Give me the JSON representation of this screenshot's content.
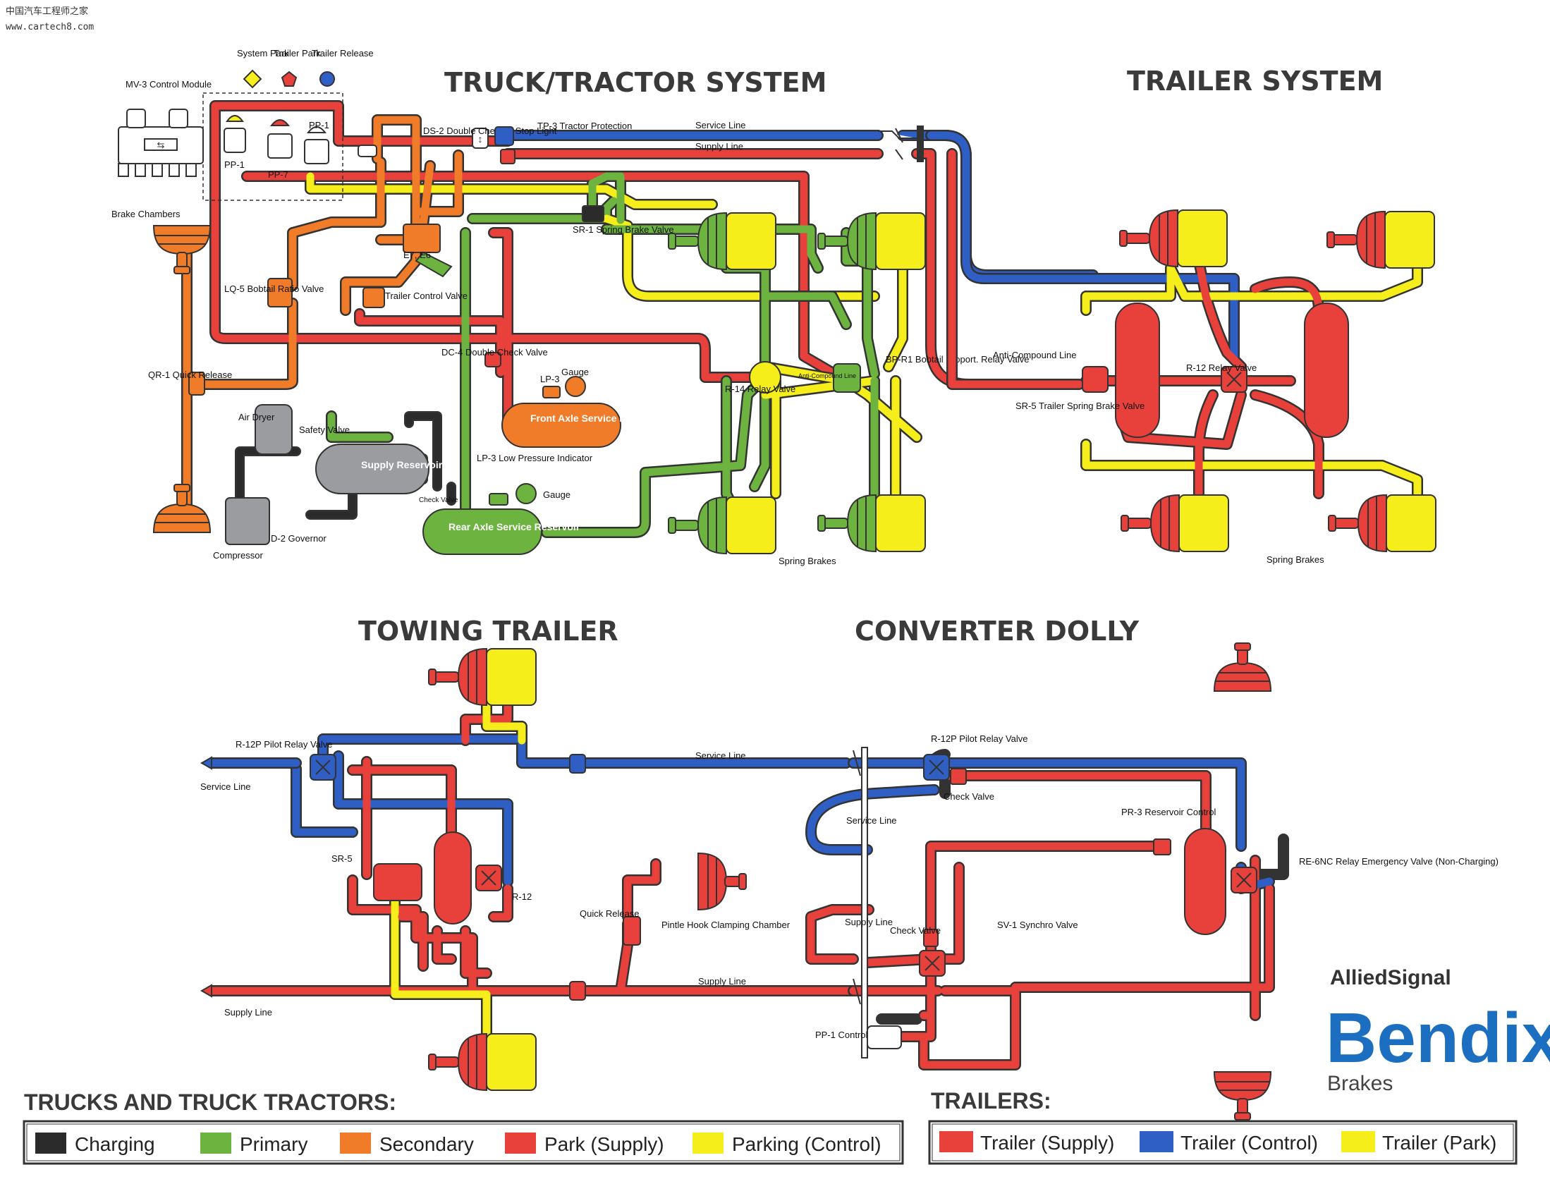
{
  "watermark": {
    "line1": "中国汽车工程师之家",
    "line2": "www.cartech8.com"
  },
  "titles": {
    "truck": "TRUCK/TRACTOR SYSTEM",
    "trailer": "TRAILER SYSTEM",
    "towing": "TOWING TRAILER",
    "dolly": "CONVERTER DOLLY"
  },
  "colors": {
    "charging": "#2b2b2b",
    "primary": "#6db33f",
    "secondary": "#f07c2a",
    "park_supply": "#e8403a",
    "parking_control": "#f5ee1a",
    "trailer_control": "#2f5fc4",
    "gray": "#9a9ca0"
  },
  "truck": {
    "control_heads": {
      "system_park": "System Park",
      "trailer_park": "Trailer Park",
      "trailer_release": "Trailer Release"
    },
    "mv3": "MV-3 Control Module",
    "pp1_a": "PP-1",
    "pp7": "PP-7",
    "pp1_b": "PP-1",
    "ds2": "DS-2 Double Check & Stop Light",
    "tp3": "TP-3 Tractor Protection",
    "service_line": "Service Line",
    "supply_line": "Supply Line",
    "brake_chambers": "Brake Chambers",
    "lq5": "LQ-5 Bobtail Ratio Valve",
    "e7": "E7, E6",
    "trailer_control_valve": "Trailer Control Valve",
    "sr1": "SR-1 Spring Brake Valve",
    "qr1": "QR-1 Quick Release",
    "dc4": "DC-4 Double Check Valve",
    "lp3": "LP-3",
    "gauge1": "Gauge",
    "front_res": "Front Axle Service Reservoir",
    "air_dryer": "Air Dryer",
    "safety_valve": "Safety Valve",
    "supply_res": "Supply Reservoir",
    "lp3_ind": "LP-3 Low Pressure Indicator",
    "gauge2": "Gauge",
    "check_valve": "Check Valve",
    "rear_res": "Rear Axle Service Reservoir",
    "d2": "D-2 Governor",
    "compressor": "Compressor",
    "r14": "R-14 Relay Valve",
    "anti_comp": "Anti-Compound Line",
    "bpr1": "BP-R1 Bobtail Proport. Relay Valve",
    "spring_brakes": "Spring Brakes"
  },
  "trailer": {
    "anti_comp": "Anti-Compound Line",
    "sr5": "SR-5 Trailer Spring Brake Valve",
    "r12": "R-12 Relay Valve",
    "spring_brakes": "Spring Brakes"
  },
  "towing": {
    "r12p": "R-12P Pilot Relay Valve",
    "service_line": "Service Line",
    "sr5": "SR-5",
    "r12": "R-12",
    "supply_line": "Supply Line",
    "quick_release": "Quick Release",
    "pintle": "Pintle Hook Clamping Chamber",
    "service_line2": "Service Line",
    "supply_line2": "Supply Line"
  },
  "dolly": {
    "r12p": "R-12P Pilot Relay Valve",
    "check_valve": "Check Valve",
    "service_line": "Service Line",
    "pr3": "PR-3 Reservoir Control",
    "re6nc": "RE-6NC Relay Emergency Valve (Non-Charging)",
    "supply_line": "Supply Line",
    "check_valve2": "Check Valve",
    "sv1": "SV-1 Synchro Valve",
    "pp1": "PP-1 Control"
  },
  "brand": {
    "allied": "AlliedSignal",
    "bendix": "Bendix",
    "brakes": "Brakes"
  },
  "legend": {
    "trucks_title": "TRUCKS AND TRUCK TRACTORS:",
    "trailers_title": "TRAILERS:",
    "truck_items": [
      "Charging",
      "Primary",
      "Secondary",
      "Park (Supply)",
      "Parking (Control)"
    ],
    "trailer_items": [
      "Trailer (Supply)",
      "Trailer (Control)",
      "Trailer (Park)"
    ]
  }
}
